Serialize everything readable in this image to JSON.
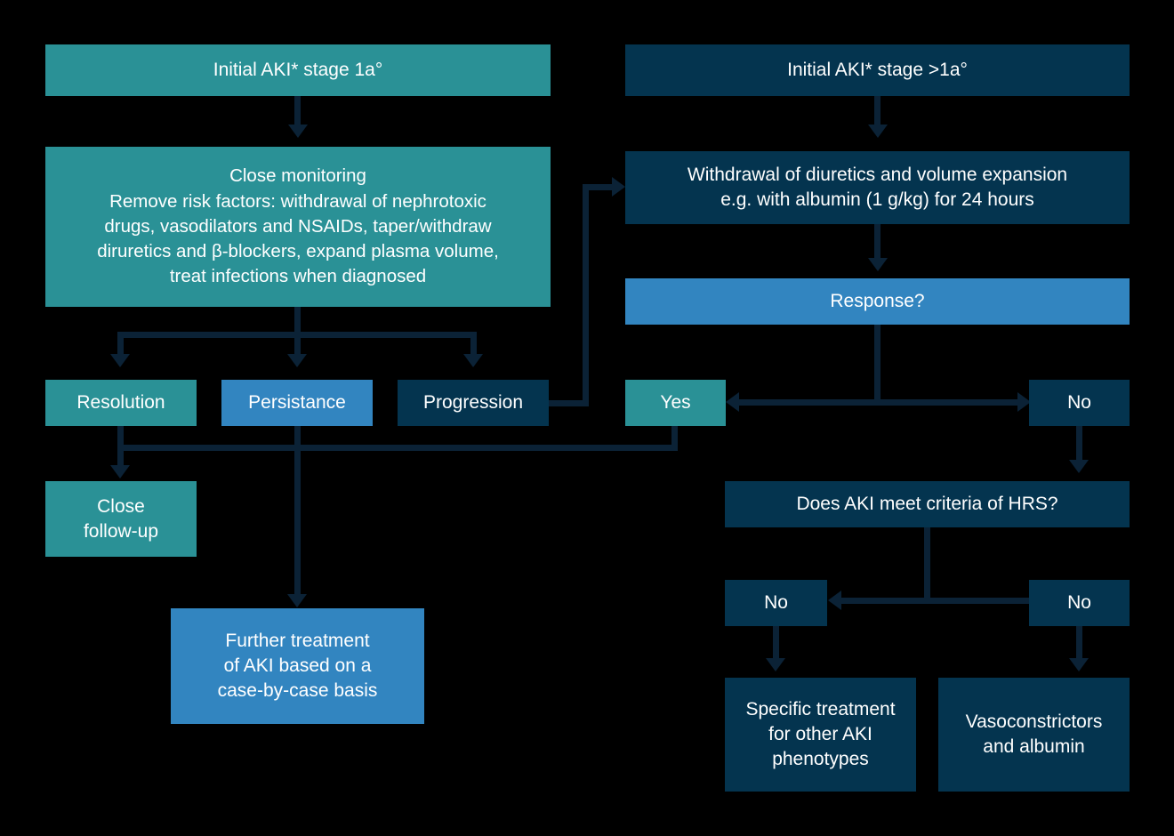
{
  "diagram": {
    "title": "AKI management algorithm in cirrhosis",
    "background_color": "#000000",
    "palette": {
      "teal": "#2a9196",
      "navy": "#04344f",
      "blue": "#3285c0",
      "connector": "#0b2236",
      "text": "#ffffff"
    },
    "nodes": {
      "initial_stage_1a": "Initial AKI* stage 1a°",
      "initial_stage_gt1a": "Initial AKI* stage >1a°",
      "close_monitoring": "Close monitoring\nRemove risk factors: withdrawal of nephrotoxic\ndrugs, vasodilators and NSAIDs, taper/withdraw\ndiruretics and β-blockers, expand plasma volume,\ntreat infections when diagnosed",
      "withdrawal_diuretics": "Withdrawal of diuretics and volume expansion\ne.g. with albumin (1 g/kg) for 24 hours",
      "response": "Response?",
      "resolution": "Resolution",
      "persistance": "Persistance",
      "progression": "Progression",
      "response_yes": "Yes",
      "response_no": "No",
      "close_followup": "Close\nfollow-up",
      "further_treatment": "Further treatment\nof AKI based on a\ncase-by-case basis",
      "hrs_criteria": "Does AKI meet criteria of HRS?",
      "hrs_no_left": "No",
      "hrs_no_right": "No",
      "specific_treatment": "Specific treatment\nfor other AKI\nphenotypes",
      "vasoconstrictors": "Vasoconstrictors\nand albumin"
    }
  }
}
